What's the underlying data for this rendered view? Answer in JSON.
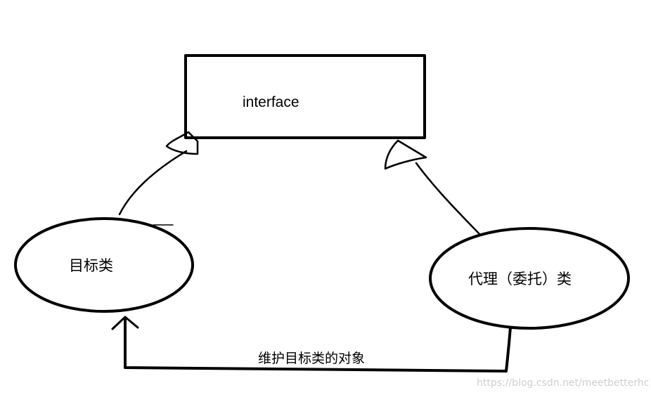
{
  "diagram": {
    "interface_box": {
      "label": "interface"
    },
    "target_class": {
      "label": "目标类"
    },
    "proxy_class": {
      "label": "代理（委托）类"
    },
    "reference_edge": {
      "label": "维护目标类的对象"
    }
  },
  "watermark": {
    "text": "https://blog.csdn.net/meetbetterhc"
  },
  "colors": {
    "ink": "#000000",
    "background": "#ffffff",
    "watermark": "#cfcfcf"
  }
}
